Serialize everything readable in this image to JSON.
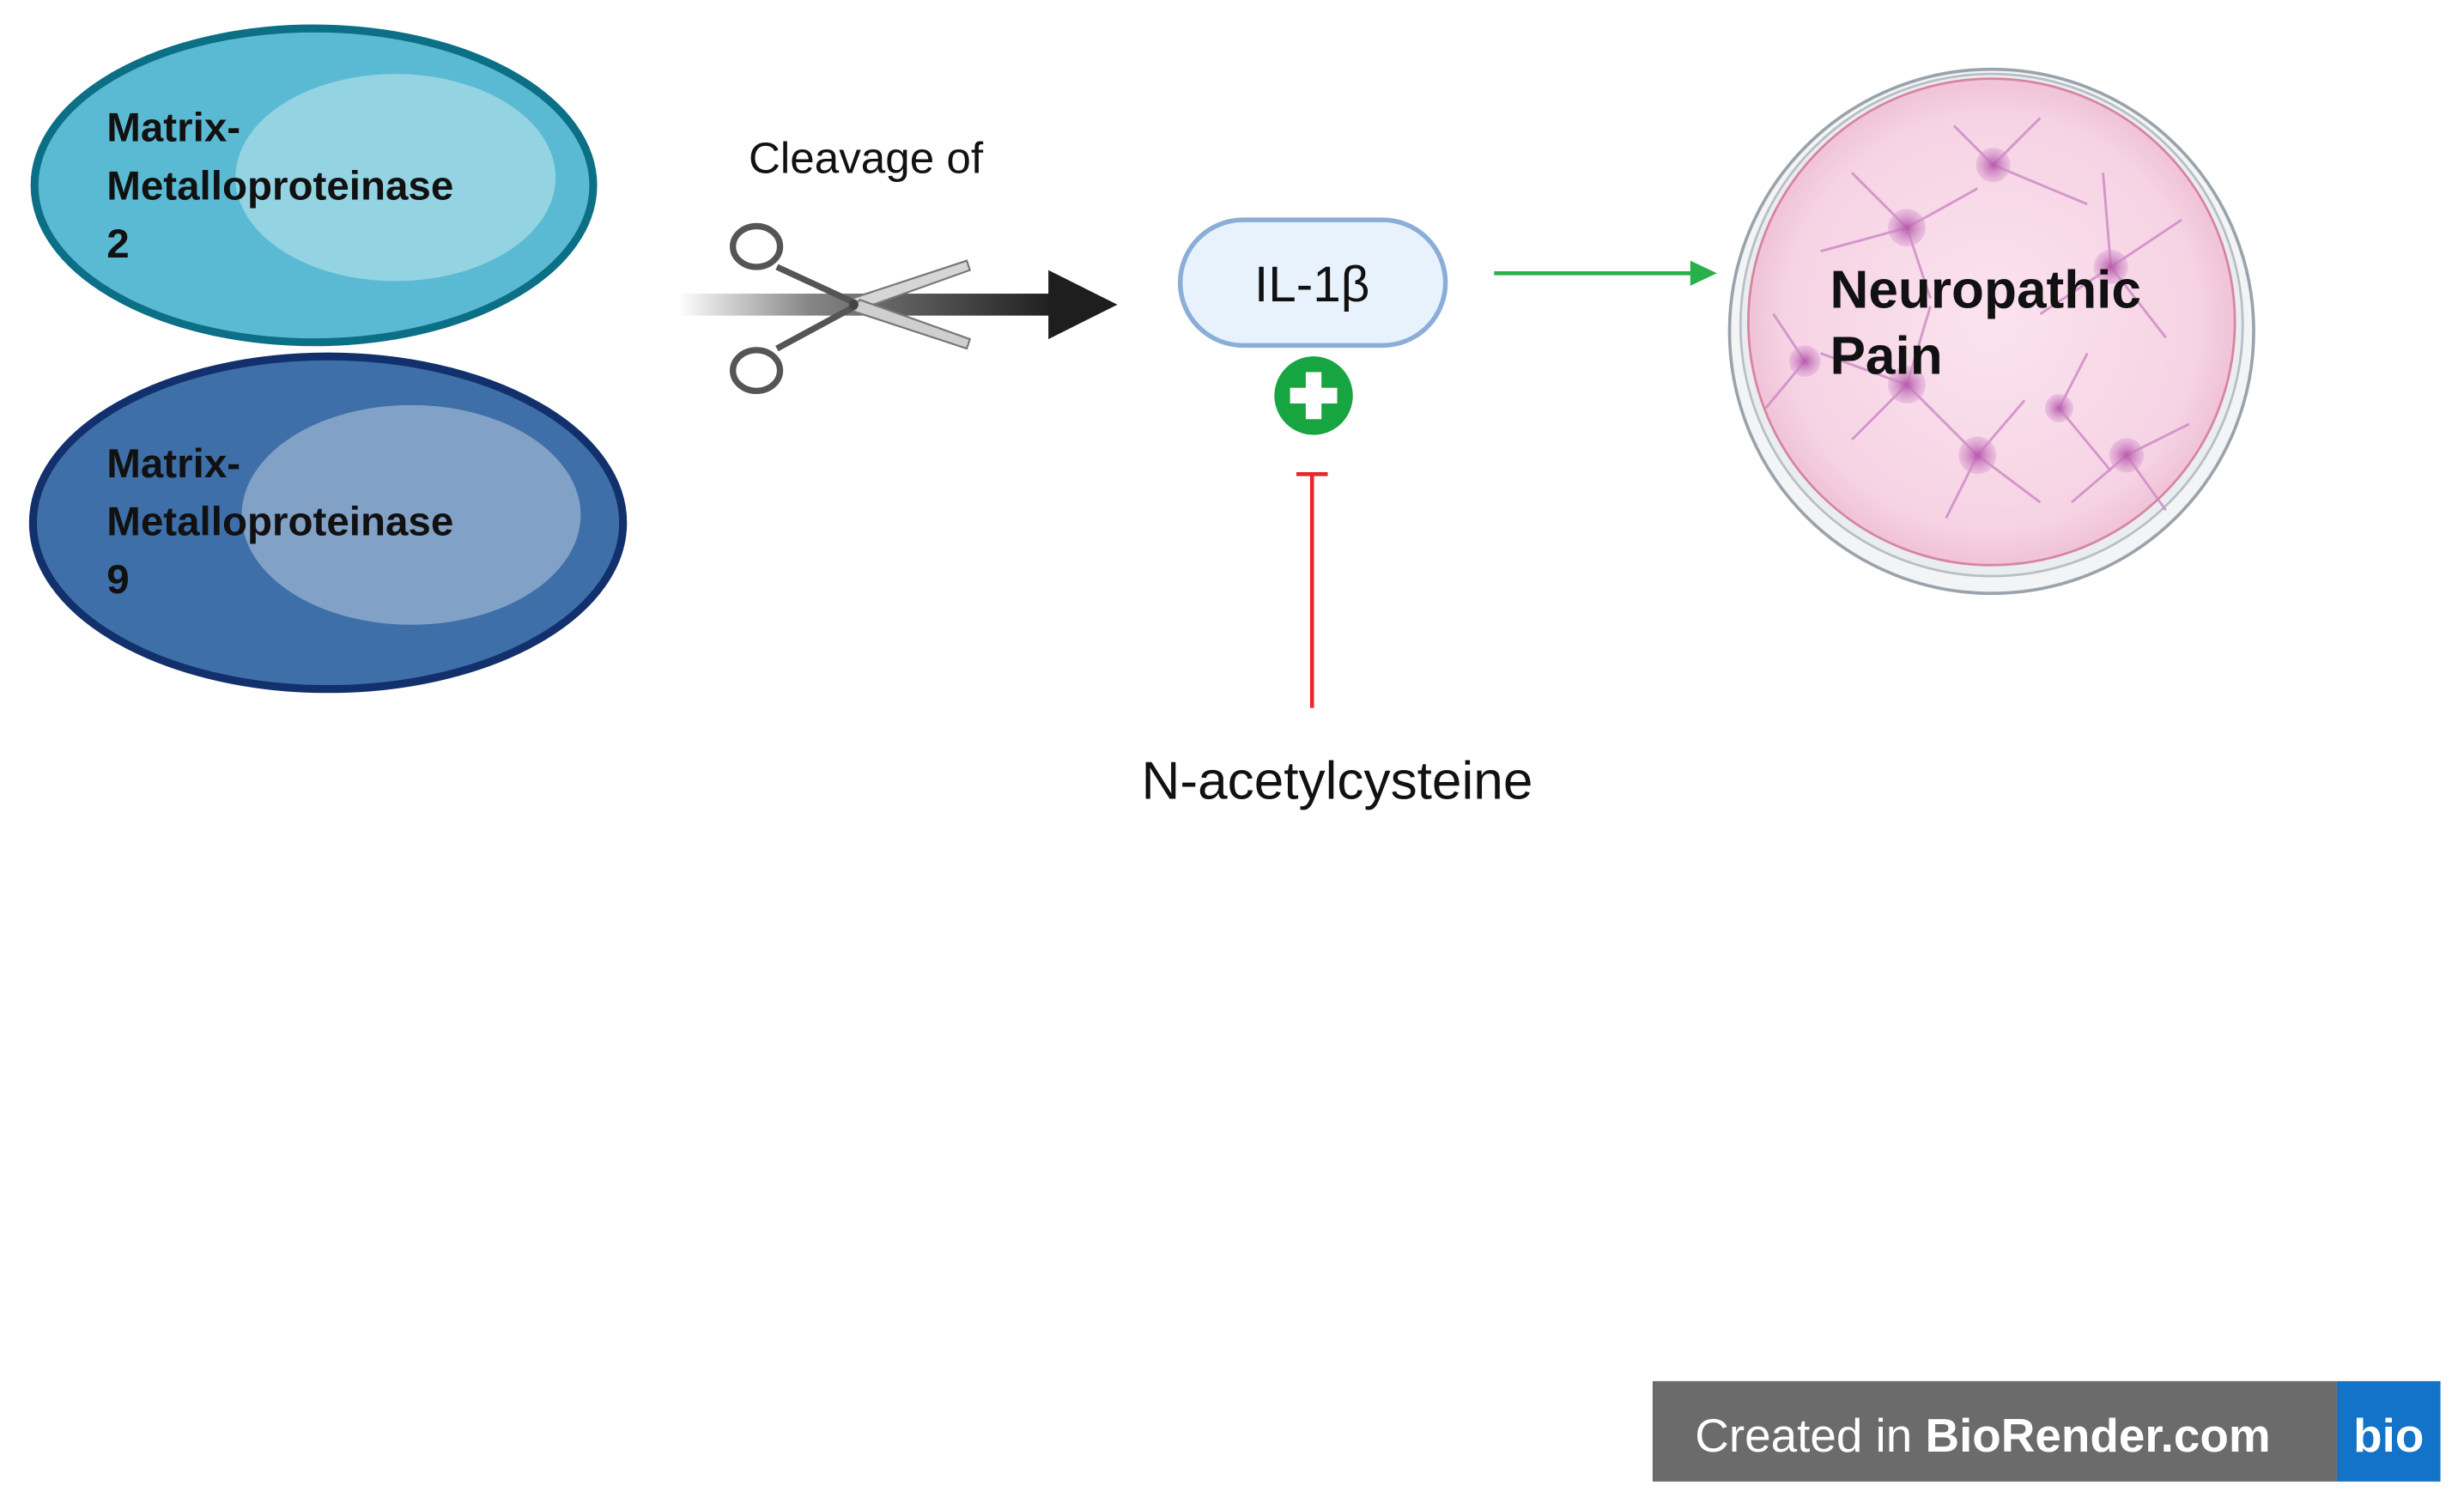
{
  "diagram": {
    "enzymes": [
      {
        "id": "mmp2",
        "lines": [
          "Matrix-",
          "Metalloproteinase",
          "2"
        ],
        "color": "#5bbad3",
        "outline": "#0b6f86"
      },
      {
        "id": "mmp9",
        "lines": [
          "Matrix-",
          "Metalloproteinase",
          "9"
        ],
        "color": "#3e6fa9",
        "outline": "#12306b"
      }
    ],
    "cleavage_label": "Cleavage of",
    "cytokine_label": "IL-1β",
    "outcome_lines": [
      "Neuropathic",
      "Pain"
    ],
    "inhibitor_label": "N-acetylcysteine",
    "colors": {
      "activation_arrow": "#2ab04a",
      "inhibition_line": "#e8262d",
      "plus_badge": "#17a542",
      "cytokine_fill": "#e8f2fc",
      "cytokine_outline": "#8aaed8",
      "dish_fill": "#f9dbe9",
      "neuron": "#c97bbf"
    }
  },
  "watermark": {
    "prefix": "Created in ",
    "brand": "BioRender.com",
    "logo_text": "bio",
    "bg": "#6b6b6b",
    "logo_bg": "#1273c8"
  }
}
